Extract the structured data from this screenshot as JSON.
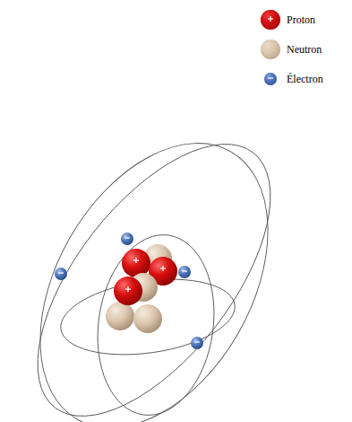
{
  "diagram": {
    "legend": [
      {
        "text": "Proton",
        "color": "#d10f0f"
      },
      {
        "text": "Neutron",
        "color": "#dcc6ad"
      },
      {
        "text": "Électron",
        "color": "#4f74b8"
      }
    ]
  }
}
